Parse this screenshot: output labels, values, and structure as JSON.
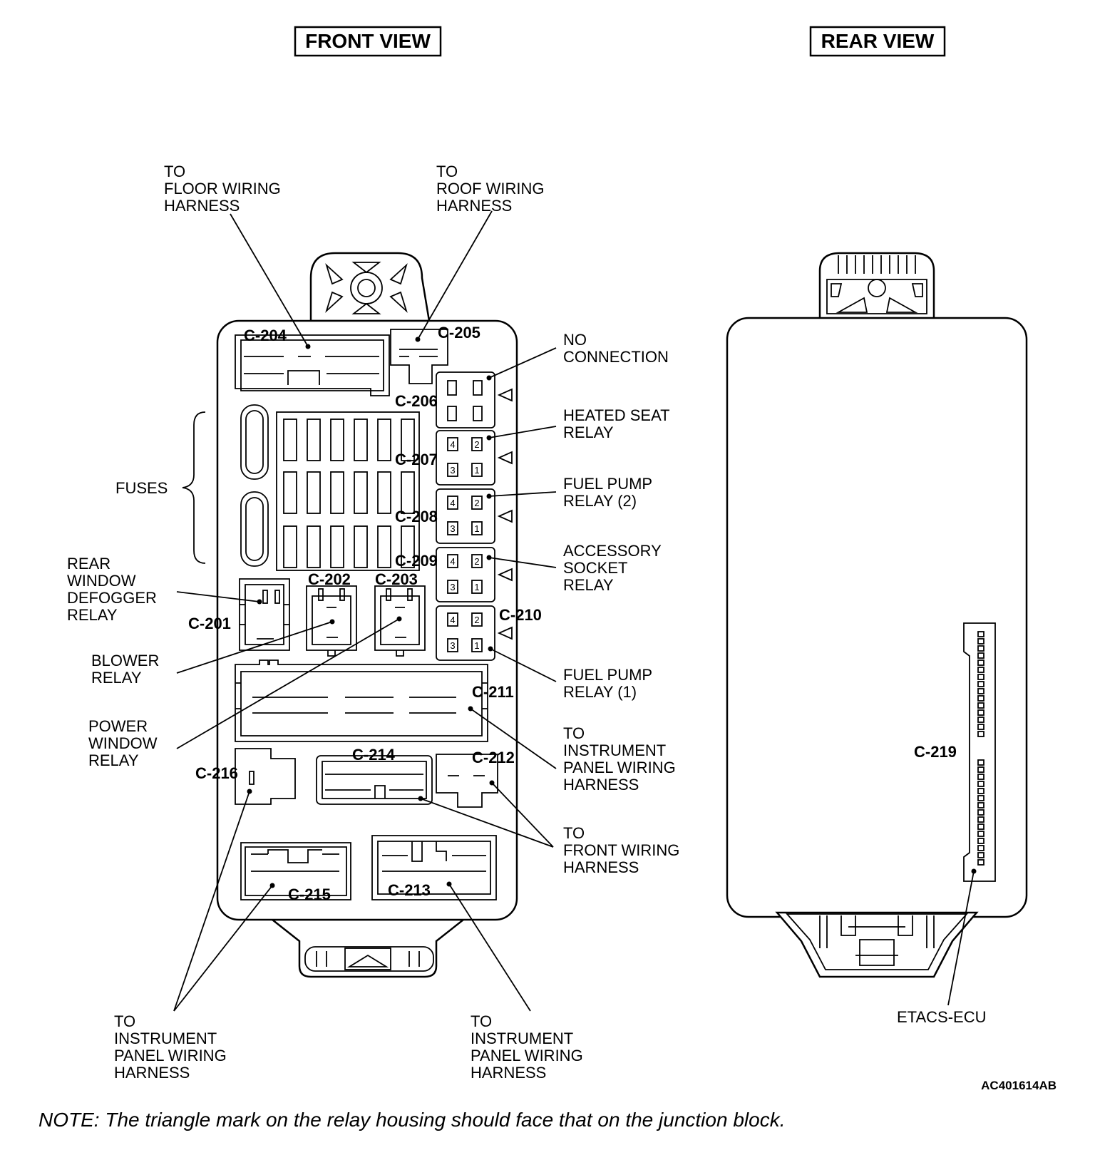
{
  "titles": {
    "front": "FRONT VIEW",
    "rear": "REAR VIEW"
  },
  "callouts": {
    "floor": [
      "TO",
      "FLOOR WIRING",
      "HARNESS"
    ],
    "roof": [
      "TO",
      "ROOF WIRING",
      "HARNESS"
    ],
    "no_connection": [
      "NO",
      "CONNECTION"
    ],
    "heated_seat": [
      "HEATED SEAT",
      "RELAY"
    ],
    "fuel_pump_2": [
      "FUEL PUMP",
      "RELAY (2)"
    ],
    "accessory_socket": [
      "ACCESSORY",
      "SOCKET",
      "RELAY"
    ],
    "fuel_pump_1": [
      "FUEL PUMP",
      "RELAY (1)"
    ],
    "ip_right": [
      "TO",
      "INSTRUMENT",
      "PANEL WIRING",
      "HARNESS"
    ],
    "front_wiring": [
      "TO",
      "FRONT WIRING",
      "HARNESS"
    ],
    "fuses": [
      "FUSES"
    ],
    "rear_window": [
      "REAR",
      "WINDOW",
      "DEFOGGER",
      "RELAY"
    ],
    "blower": [
      "BLOWER",
      "RELAY"
    ],
    "power_window": [
      "POWER",
      "WINDOW",
      "RELAY"
    ],
    "ip_bottom_left": [
      "TO",
      "INSTRUMENT",
      "PANEL WIRING",
      "HARNESS"
    ],
    "ip_bottom_mid": [
      "TO",
      "INSTRUMENT",
      "PANEL WIRING",
      "HARNESS"
    ],
    "etacs": [
      "ETACS-ECU"
    ]
  },
  "connectors": {
    "c201": "C-201",
    "c202": "C-202",
    "c203": "C-203",
    "c204": "C-204",
    "c205": "C-205",
    "c206": "C-206",
    "c207": "C-207",
    "c208": "C-208",
    "c209": "C-209",
    "c210": "C-210",
    "c211": "C-211",
    "c212": "C-212",
    "c213": "C-213",
    "c214": "C-214",
    "c215": "C-215",
    "c216": "C-216",
    "c219": "C-219"
  },
  "relay_pins": [
    "4",
    "2",
    "3",
    "1"
  ],
  "code": "AC401614AB",
  "note": "NOTE: The triangle mark on the relay housing should face that on the junction block."
}
